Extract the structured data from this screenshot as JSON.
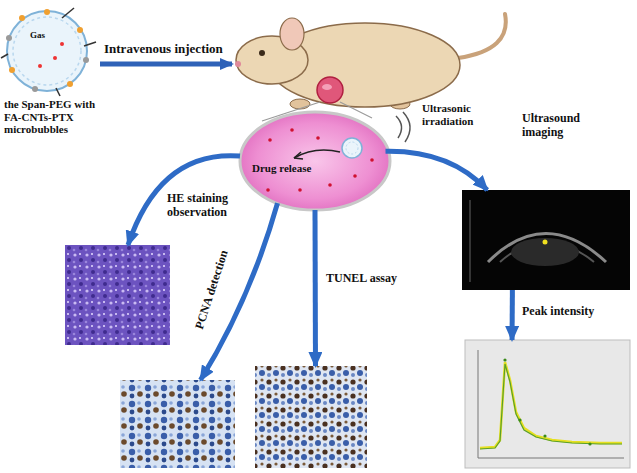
{
  "diagram": {
    "nodes": [
      {
        "text": [
          "the Span-PEG with FA-CNTs-PTX microbubbles"
        ]
      },
      {
        "text": [
          "Drug release"
        ]
      },
      {
        "text": [
          "HE staining observation"
        ]
      },
      {
        "text": [
          "PCNA detection"
        ]
      },
      {
        "text": [
          "TUNEL assay"
        ]
      },
      {
        "text": [
          "Ultrasound imaging"
        ]
      },
      {
        "text": [
          "Peak intensity"
        ]
      }
    ],
    "edges": [
      {
        "from": 1,
        "to": 2,
        "arrow": "to"
      },
      {
        "from": 1,
        "to": 3,
        "arrow": "to"
      },
      {
        "from": 1,
        "to": 4,
        "arrow": "to"
      },
      {
        "from": 1,
        "to": 5,
        "arrow": "to"
      },
      {
        "from": 5,
        "to": 6,
        "arrow": "to"
      }
    ],
    "labels": [
      "Intravenous injection",
      "Ultrasonic irradiation",
      "Gas"
    ]
  }
}
